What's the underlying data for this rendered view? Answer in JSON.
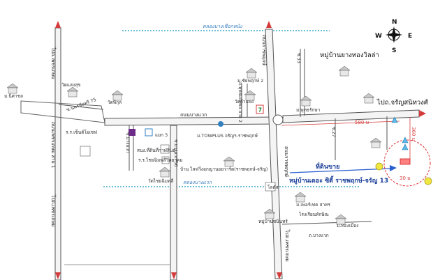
{
  "labels": {
    "north_left": "ไปถ.เพชรเกษม",
    "south_left": "ไปถ.เพชรเกษม",
    "road_left_vertical": "ถนนเพชรเกษม สาย 1",
    "road_nakhon_chai": "ซ.นครชัยศรี 75",
    "main_road": "ถนนบางแวก",
    "soi_ratchaphruek": "ถนนราชพฤกษ์",
    "soi_phutthamonthon": "ถ.พุทธมณฑล สาย 2",
    "soi_top_right_road": "ถนนราชพฤกษ์",
    "to_ratchaphruek_right": "ไปถ.จรัญสนิทวงศ์",
    "canal_top": "คลองบางเชือกหนัง",
    "canal_bottom": "คลองบางแวก",
    "village_top": "หมู่บ้านยางทองวิลล่า",
    "temp_sitthiban": "ม.ชัยพฤกษ์ 2",
    "wat_kamphaeng": "วัดกำแพง",
    "mu_phutthachatra": "ม.พุทธรักษา",
    "wat_saensuk": "วัดแสงสุข",
    "mu_nichada": "ม.นิศาชล",
    "wat_phikun": "วัดพิกุล",
    "rr_sithon": "ร.ร.เซ็นต์โยเซฟ",
    "soi_bangwaek_56": "ซ.บางแวก 56",
    "yaek3": "แยก 3",
    "sanam_kila": "สนง.ที่ดินที่กาฬสินธุ์",
    "rr_chinawutthiwat": "ร.ร.ไชยฉิมพลีวิทยาคม",
    "wat_chimphli": "วัดไชยฉิมพลี",
    "mu_towplus": "ม.TOWPLUS จรัญฯ-ราชพฤกษ์",
    "baan_lades": "บ้าน ไลฟวิ่งอกญานอยวาร์ด(ราชพฤกษ์-จรัญ)",
    "soi_bang_waek_south": "ถ.บางแวก",
    "soi_ratchaphruek_vertical": "ซ.ราชพฤกษ์ 1",
    "to_phetkasem_bottom": "ไปถ.เพชรเกษม",
    "lot_sale": "ที่ดินขาย",
    "project_name": "หมู่บ้านเดอะ ซิตี้ ราชพฤกษ์-จรัญ 13",
    "mu_chaiphruek": "ม.เพอร์เฟค สาทร",
    "school_thaksin": "โรงเรียนทักษิณ",
    "mu_mueang_thong": "ม.ทองเมือง",
    "mu_baan_ruen": "หมู่บ้านชนินทร์",
    "seven_eleven": "7",
    "lotus": "โลตัส",
    "dist_580": "580 ม",
    "dist_360": "360 ม",
    "dist_30": "30 ม",
    "s_number": "ซ.27",
    "soi_right_up": "ซ.33",
    "bangwaek_south_sub": "ซ.บางแวก",
    "compass_n": "N",
    "compass_s": "S",
    "compass_e": "E",
    "compass_w": "W"
  },
  "colors": {
    "road": "#555555",
    "road_fill": "#f4f4f4",
    "canal": "#3aa8c8",
    "arrow_red": "#d43b3b",
    "arrow_blue": "#2a5fcf",
    "circle_red": "#e03030",
    "marker_yellow": "#f2e640",
    "lotus_blue": "#3380c0",
    "purple_bank": "#6b2b86"
  }
}
